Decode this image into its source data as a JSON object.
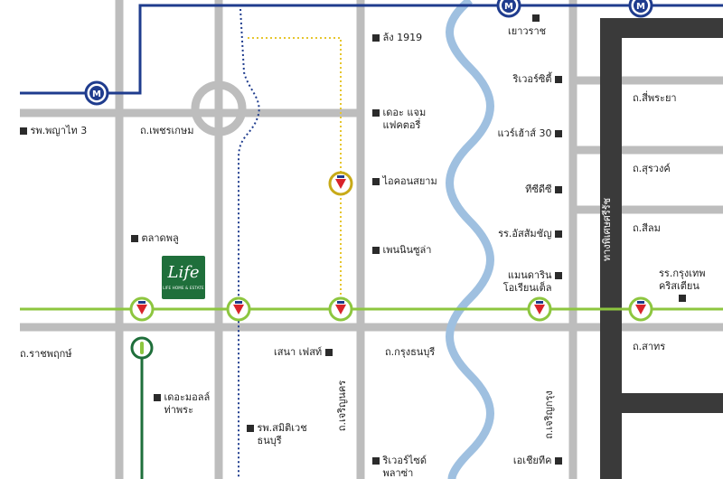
{
  "map": {
    "colors": {
      "road": "#bdbdbd",
      "expressway": "#3a3a3a",
      "mrt_blue": "#1f3c8e",
      "bts_green": "#8dc63f",
      "bts_dark_green": "#1f6f3b",
      "gold_line": "#e6c62e",
      "river": "#9fc0e0",
      "dotted_blue": "#1f3c8e"
    },
    "icons": {
      "mrt": "M",
      "bts": "bts-logo",
      "project": "life-logo"
    },
    "labels": {
      "rp_phyathai3": "รพ.พญาไท 3",
      "th_phetkasem": "ถ.เพชรเกษม",
      "talat_phlu": "ตลาดพลู",
      "th_ratchaphruek": "ถ.ราชพฤกษ์",
      "the_mall_thapra": "เดอะมอลล์\nท่าพระ",
      "rp_samitivej": "รพ.สมิติเวช\nธนบุรี",
      "sena_fest": "เสนา เฟสท์",
      "th_krungthonburi": "ถ.กรุงธนบุรี",
      "th_charoennakhon_1": "ถ.เจริญนคร",
      "lhong_1919": "ล้ง 1919",
      "the_jam_factory": "เดอะ แจม\nแฟคตอรี่",
      "icon_siam": "ไอคอนสยาม",
      "peninsula": "เพนนินซูล่า",
      "riverside_plaza": "ริเวอร์ไซด์\nพลาซ่า",
      "yaowarat": "เยาวราช",
      "river_city": "ริเวอร์ซิตี้",
      "warehouse_30": "แวร์เฮ้าส์ 30",
      "tcdc": "ทีซีดีซี",
      "assumption": "รร.อัสสัมชัญ",
      "mandarin_oriental": "แมนดาริน\nโอเรียนเต็ล",
      "asiatique": "เอเชียทีค",
      "th_charoenkrung": "ถ.เจริญกรุง",
      "th_siphraya": "ถ.สี่พระยา",
      "th_surawong": "ถ.สุรวงค์",
      "th_silom": "ถ.สีลม",
      "th_sathorn": "ถ.สาทร",
      "bangkok_christian": "รร.กรุงเทพ\nคริสเตียน",
      "expressway_name": "ทางพิเศษศรีรัช"
    },
    "project_logo": {
      "title": "Life",
      "subtitle": "LIFE HOME & ESTATE"
    }
  }
}
